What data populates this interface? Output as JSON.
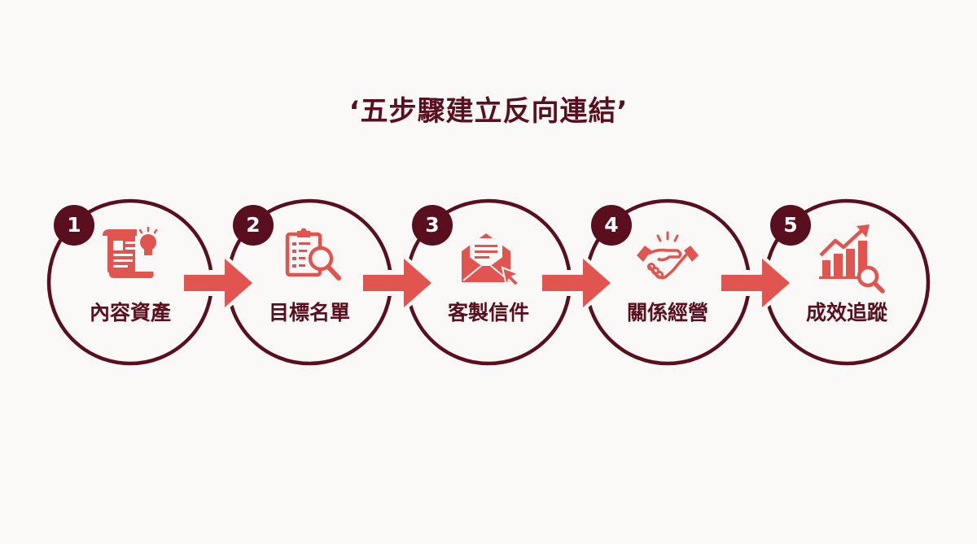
{
  "title": "‘五步驟建立反向連結’",
  "colors": {
    "background": "#fbf9f7",
    "ring": "#5a0f1e",
    "accent": "#e05550",
    "title": "#5a0f1e"
  },
  "steps": [
    {
      "number": "1",
      "label": "內容資產",
      "icon": "document-lightbulb-icon"
    },
    {
      "number": "2",
      "label": "目標名單",
      "icon": "clipboard-search-icon"
    },
    {
      "number": "3",
      "label": "客製信件",
      "icon": "envelope-cursor-icon"
    },
    {
      "number": "4",
      "label": "關係經營",
      "icon": "handshake-icon"
    },
    {
      "number": "5",
      "label": "成效追蹤",
      "icon": "chart-search-icon"
    }
  ],
  "connectors": [
    "arrow-right-icon",
    "arrow-right-icon",
    "arrow-right-icon",
    "arrow-right-icon"
  ]
}
